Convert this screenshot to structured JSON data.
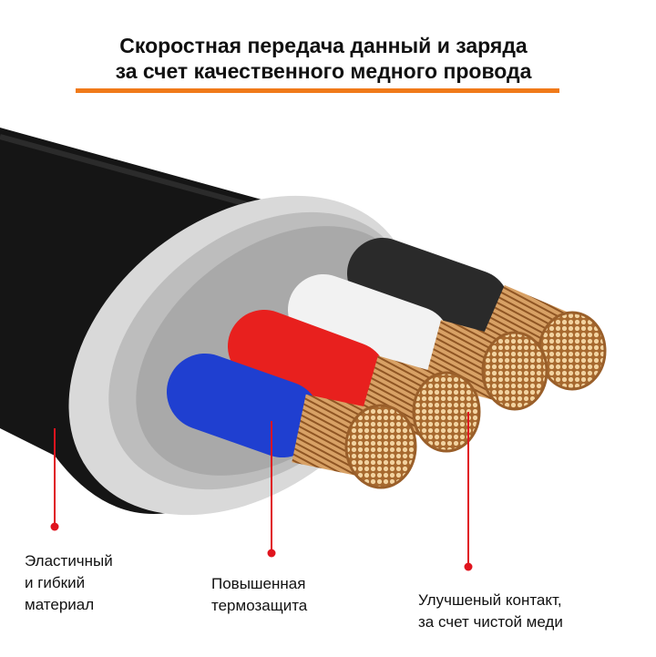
{
  "title": {
    "line1": "Скоростная передача данный и заряда",
    "line2": "за счет качественного медного провода"
  },
  "colors": {
    "accent": "#f07a1a",
    "callout": "#e0141e",
    "copper": "#c98a4a"
  },
  "callouts": [
    {
      "line1": "Эластичный",
      "line2": "и гибкий",
      "line3": "материал"
    },
    {
      "line1": "Повышенная",
      "line2": "термозащита"
    },
    {
      "line1": "Улучшеный контакт,",
      "line2": "за счет чистой меди"
    }
  ]
}
